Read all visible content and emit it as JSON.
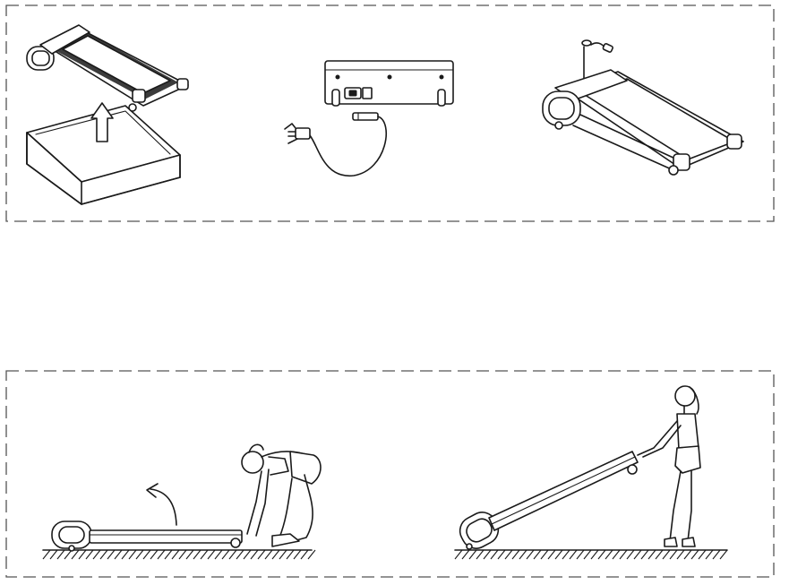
{
  "panels": [
    {
      "name": "unboxing-and-setup-steps",
      "steps": [
        "lift-treadmill-out-of-box",
        "connect-power-cable",
        "attach-safety-key"
      ]
    },
    {
      "name": "moving-the-treadmill",
      "steps": [
        "lift-front-end",
        "tilt-and-roll-on-wheels"
      ]
    }
  ],
  "colors": {
    "line": "#1a1a1a",
    "border": "#555555",
    "background": "#ffffff"
  }
}
